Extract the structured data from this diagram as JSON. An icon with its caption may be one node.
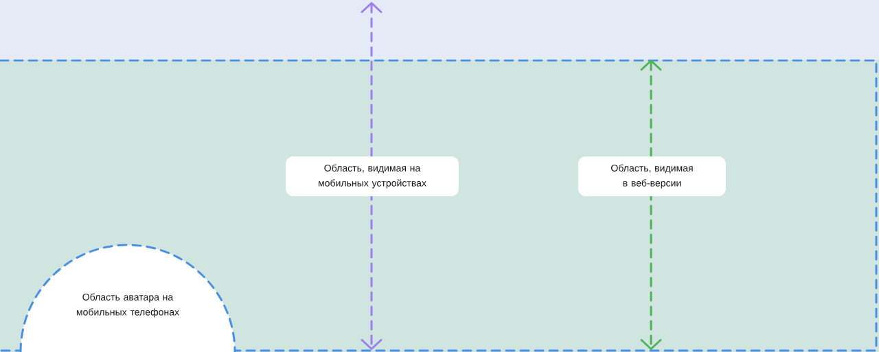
{
  "diagram": {
    "nodes": [
      {
        "text": [
          "Область, видимая на мобильных устройствах"
        ]
      },
      {
        "text": [
          "Область, видимая в веб-версии"
        ]
      },
      {
        "text": [
          "Область аватара на мобильных телефонах"
        ]
      }
    ]
  }
}
